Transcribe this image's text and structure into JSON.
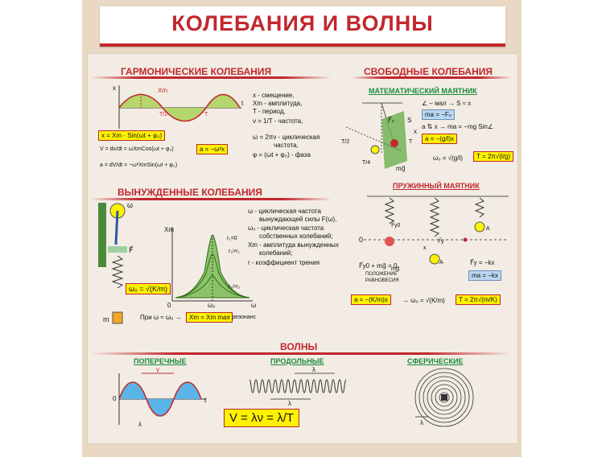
{
  "title": "КОЛЕБАНИЯ И ВОЛНЫ",
  "harmonic": {
    "heading": "ГАРМОНИЧЕСКИЕ КОЛЕБАНИЯ",
    "axis_x": "x",
    "axis_t": "t",
    "xm": "Xm",
    "t2": "T/2",
    "tT": "T",
    "legend": [
      "x - смещение,",
      "Xm - амплитуда,",
      "T - период,",
      "ν = 1/T - частота,",
      "ω = 2πν - циклическая",
      "частота,",
      "φ = (ωt + φ₀) - фаза"
    ],
    "eq_x": "x = Xm · Sin(ωt + φ₀)",
    "eq_v": "V = dx/dt = ωXmCos(ωt + φ₀)",
    "eq_a": "a = dV/dt = −ω²XmSin(ωt + φ₀)",
    "eq_a2": "a = −ω²x"
  },
  "forced": {
    "heading": "ВЫНУЖДЕННЫЕ КОЛЕБАНИЯ",
    "omega": "ω",
    "force": "F⃗",
    "xm_axis": "Xm",
    "omega_axis": "ω",
    "zero": "0",
    "omega0": "ω₀",
    "mass": "m",
    "r1": "r₁=0",
    "r2": "r₂>r₁",
    "r3": "r₃>r₂",
    "formula": "ω₀ = √(K/m)",
    "resonance_prefix": "При ω ≈ ω₀ →",
    "resonance_box": "Xm = Xm max",
    "resonance_suffix": "- резонанс",
    "legend": [
      "ω - циклическая частота",
      "вынуждающей силы F(ω),",
      "ω₀ - циклическая частота",
      "собственных колебаний;",
      "Xm - амплитуда вынужденных",
      "колебаний;",
      "r - коэффициент трения"
    ]
  },
  "free": {
    "heading": "СВОБОДНЫЕ КОЛЕБАНИЯ",
    "pendulum_title": "МАТЕМАТИЧЕСКИЙ МАЯТНИК",
    "p1": "∠ – мал → S ≈ x",
    "p2": "ma = −Fₙ",
    "p3": "a ⇅ x → ma = −mg Sin∠",
    "p4": "a = −(g/l)x",
    "p5": "ω₀ = √(g/l)",
    "p6": "T = 2π√(l/g)",
    "t2": "T/2",
    "t4": "T/4",
    "t_": "T",
    "fn": "F⃗ₙ",
    "mg": "mg⃗",
    "s": "S",
    "x": "x",
    "spring_title": "ПРУЖИННЫЙ МАЯТНИК",
    "s1": "F⃗y0 + mg⃗ = 0",
    "s2": "ПОЛОЖЕНИЕ",
    "s3": "РАВНОВЕСИЯ",
    "s4": "F⃗y = −kx",
    "s5": "ma = −kx",
    "s6": "a = −(K/m)x",
    "s7": "→ ω₀ = √(K/m)",
    "s8": "T = 2π√(m/K)",
    "fy0": "F⃗y0",
    "fy": "F⃗y",
    "zero": "0",
    "A": "A"
  },
  "waves": {
    "heading": "ВОЛНЫ",
    "transverse": "ПОПЕРЕЧНЫЕ",
    "longitudinal": "ПРОДОЛЬНЫЕ",
    "spherical": "СФЕРИЧЕСКИЕ",
    "v": "v",
    "lambda": "λ",
    "zero": "0",
    "l": "ℓ",
    "formula": "V = λν = λ/T"
  },
  "colors": {
    "accent": "#c1272d",
    "green": "#1a8a3a",
    "yellow": "#fff200",
    "blue": "#b8d7f2"
  }
}
